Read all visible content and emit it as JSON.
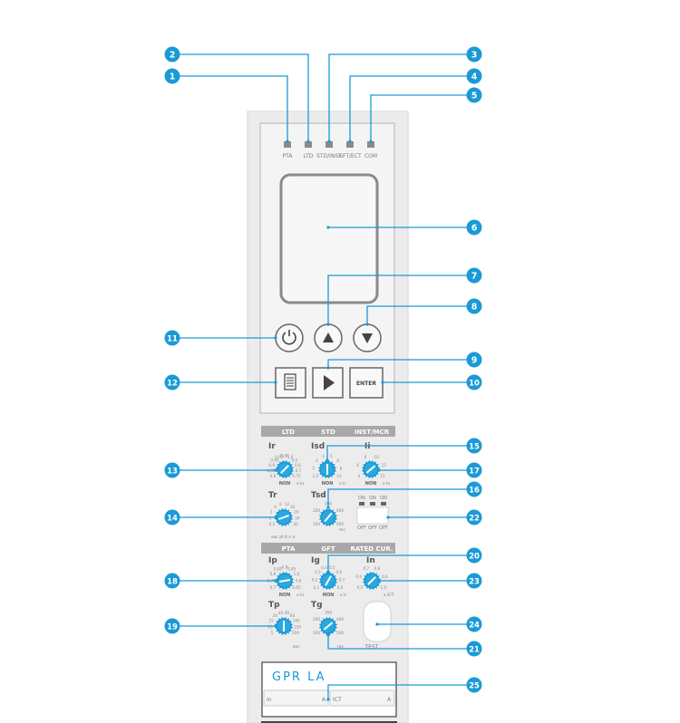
{
  "colors": {
    "callout": "#1a9ad6",
    "panel": "#ececec",
    "panel_border": "#d6d6d6",
    "dark": "#444444",
    "brand": "#1a9ad6"
  },
  "leds": [
    "PTA",
    "LTD",
    "STD/INST",
    "GFT/ECT",
    "COM"
  ],
  "buttons": {
    "enter": "ENTER"
  },
  "icons": {
    "power": "power-icon",
    "up": "triangle-up-icon",
    "down": "triangle-down-icon",
    "right": "triangle-right-icon",
    "menu": "menu-list-icon"
  },
  "sections": {
    "top": [
      "LTD",
      "STD",
      "INST/MCR"
    ],
    "bottom": [
      "PTA",
      "GFT",
      "RATED CUR."
    ]
  },
  "dials": {
    "ir": {
      "name": "Ir",
      "ticks": [
        "0,8",
        "0,85",
        "0,9",
        "0,95",
        "0,97",
        "0,98",
        "1,0",
        "0,5",
        "0,6",
        "0,7",
        "0,75"
      ],
      "bottom": "NON",
      "unit": "x In"
    },
    "isd": {
      "name": "Isd",
      "ticks": [
        "1,5",
        "2",
        "3",
        "4",
        "5",
        "6",
        "8",
        "10"
      ],
      "bottom": "NON",
      "unit": "x Ir"
    },
    "ii": {
      "name": "Ii",
      "ticks": [
        "4",
        "6",
        "8",
        "10",
        "12",
        "15"
      ],
      "bottom": "NON",
      "unit": "x In"
    },
    "tr": {
      "name": "Tr",
      "ticks": [
        "0,5",
        "1",
        "2",
        "4",
        "8",
        "12",
        "16",
        "20",
        "24",
        "30"
      ],
      "bottom": "",
      "unit": "sec at 6 x Ir"
    },
    "tsd": {
      "name": "Tsd",
      "ticks": [
        "100",
        "200",
        "300",
        "400",
        "500"
      ],
      "bottom": "",
      "unit": "ms"
    },
    "ip": {
      "name": "Ip",
      "ticks": [
        "0,7",
        "0,75",
        "0,8",
        "0,85",
        "0,9",
        "0,95",
        "1,0",
        "0,6",
        "0,65"
      ],
      "bottom": "NON",
      "unit": "x In"
    },
    "ig": {
      "name": "Ig",
      "ticks": [
        "0,1",
        "0,2",
        "0,3",
        "0,4",
        "0,5",
        "0,6",
        "0,7",
        "0,8"
      ],
      "bottom": "NON",
      "unit": "x Ir"
    },
    "in": {
      "name": "In",
      "ticks": [
        "0,5",
        "0,6",
        "0,7",
        "0,8",
        "0,9",
        "1,0"
      ],
      "bottom": "",
      "unit": "x ICT"
    },
    "tp": {
      "name": "Tp",
      "ticks": [
        "5",
        "10",
        "15",
        "20",
        "40",
        "60",
        "80",
        "100",
        "150",
        "200"
      ],
      "bottom": "",
      "unit": "sec"
    },
    "tg": {
      "name": "Tg",
      "ticks": [
        "100",
        "200",
        "300",
        "400",
        "500"
      ],
      "bottom": "",
      "unit": "ms"
    }
  },
  "dip_switch": {
    "on": "ON",
    "off": "OFF"
  },
  "test_label": "TEST",
  "brand": "GPR LA",
  "nameplate": {
    "in_label": "In",
    "in_unit": "A",
    "ict_label": "ICT",
    "ict_unit": "A"
  },
  "callouts": [
    "1",
    "2",
    "3",
    "4",
    "5",
    "6",
    "7",
    "8",
    "9",
    "10",
    "11",
    "12",
    "13",
    "14",
    "15",
    "16",
    "17",
    "18",
    "19",
    "20",
    "21",
    "22",
    "23",
    "24",
    "25"
  ]
}
